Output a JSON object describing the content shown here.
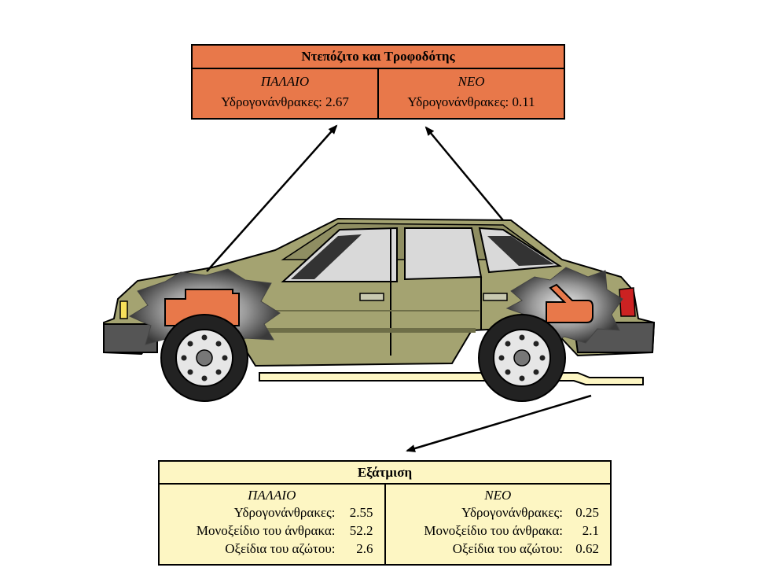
{
  "tank": {
    "title": "Ντεπόζιτο και Τροφοδότης",
    "old": {
      "header": "ΠΑΛΑΙΟ",
      "label": "Υδρογονάνθρακες:",
      "value": "2.67"
    },
    "new": {
      "header": "ΝΕΟ",
      "label": "Υδρογονάνθρακες:",
      "value": "0.11"
    }
  },
  "exhaust": {
    "title": "Εξάτμιση",
    "old": {
      "header": "ΠΑΛΑΙΟ",
      "rows": [
        {
          "label": "Υδρογονάνθρακες:",
          "value": "2.55"
        },
        {
          "label": "Μονοξείδιο του άνθρακα:",
          "value": "52.2"
        },
        {
          "label": "Οξείδια του αζώτου:",
          "value": "2.6"
        }
      ]
    },
    "new": {
      "header": "ΝΕΟ",
      "rows": [
        {
          "label": "Υδρογονάνθρακες:",
          "value": "0.25"
        },
        {
          "label": "Μονοξείδιο του άνθρακα:",
          "value": "2.1"
        },
        {
          "label": "Οξείδια του αζώτου:",
          "value": "0.62"
        }
      ]
    }
  },
  "colors": {
    "tank_box": "#e8784a",
    "exhaust_box": "#fdf6c3",
    "car_body": "#a4a371",
    "car_dark": "#6e6e48",
    "component": "#e8784a"
  }
}
